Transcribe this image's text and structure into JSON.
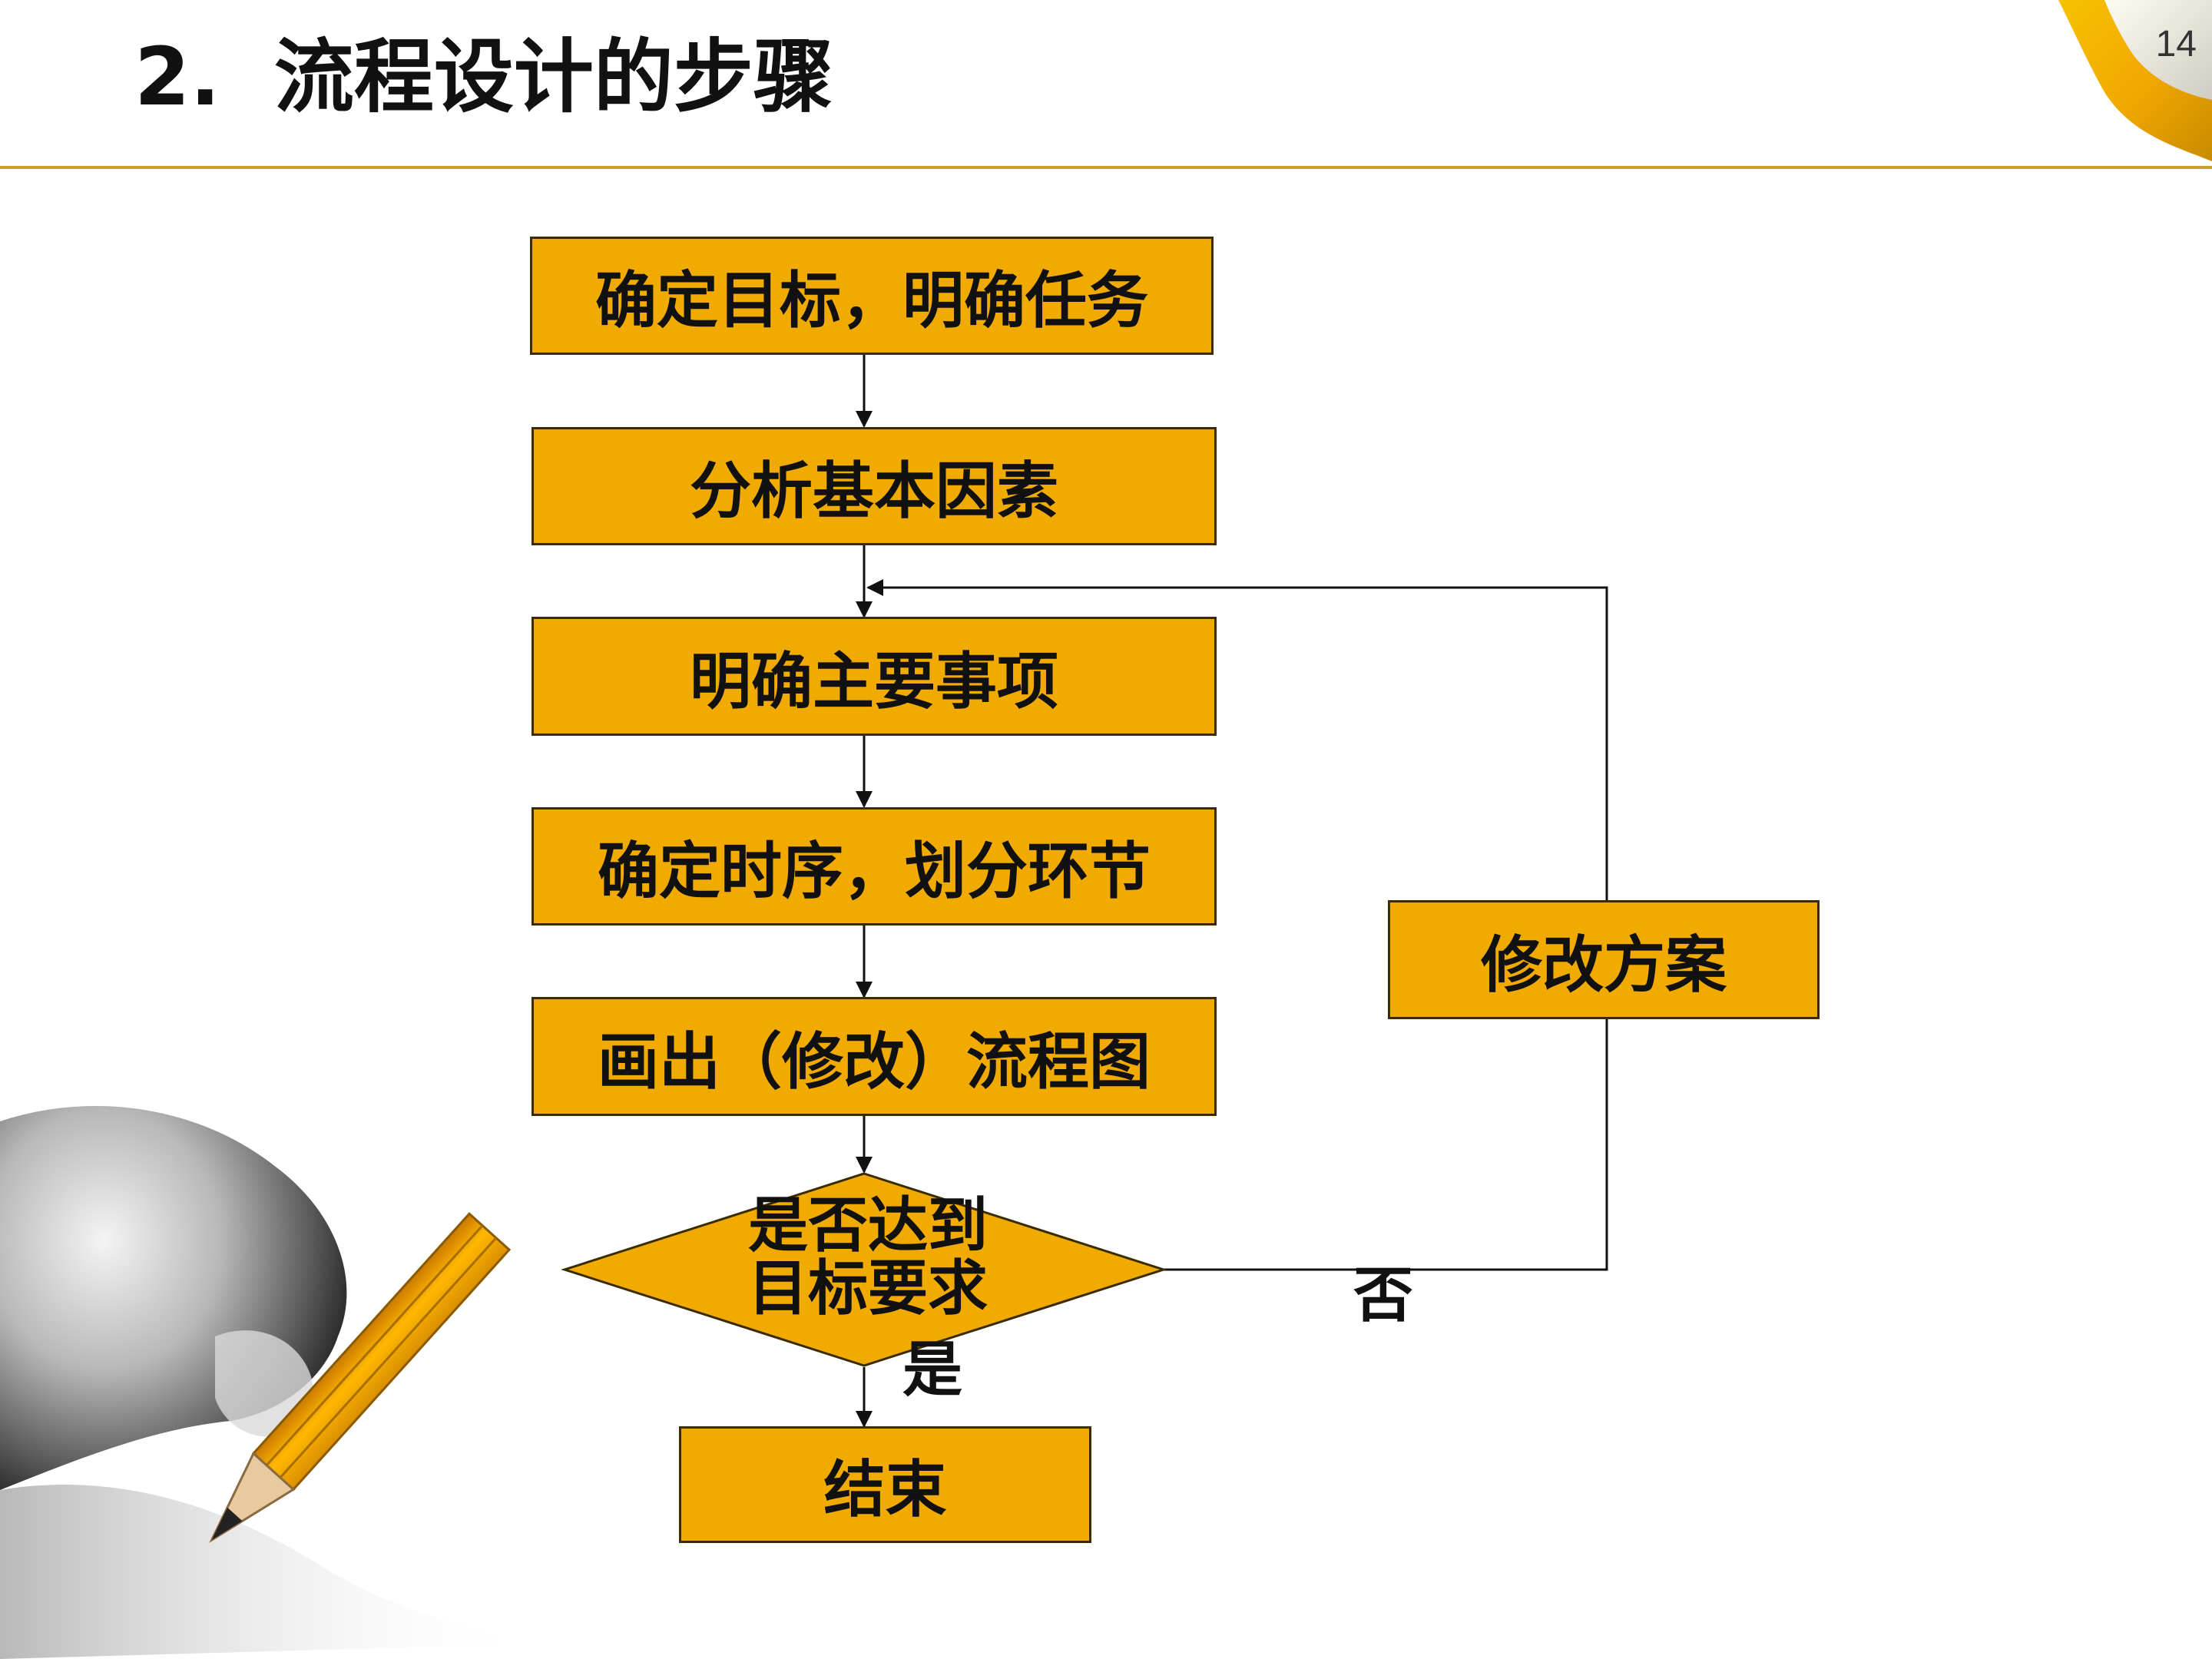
{
  "slide": {
    "title_number": "2.",
    "title_text": "流程设计的步骤",
    "page_number": "14"
  },
  "flowchart": {
    "steps": [
      "确定目标，明确任务",
      "分析基本因素",
      "明确主要事项",
      "确定时序，划分环节",
      "画出（修改）流程图"
    ],
    "decision_line1": "是否达到",
    "decision_line2": "目标要求",
    "revise_box": "修改方案",
    "end_box": "结束",
    "yes_label": "是",
    "no_label": "否"
  },
  "colors": {
    "box_fill": "#f0aa00",
    "accent_rule": "#c9a227"
  }
}
